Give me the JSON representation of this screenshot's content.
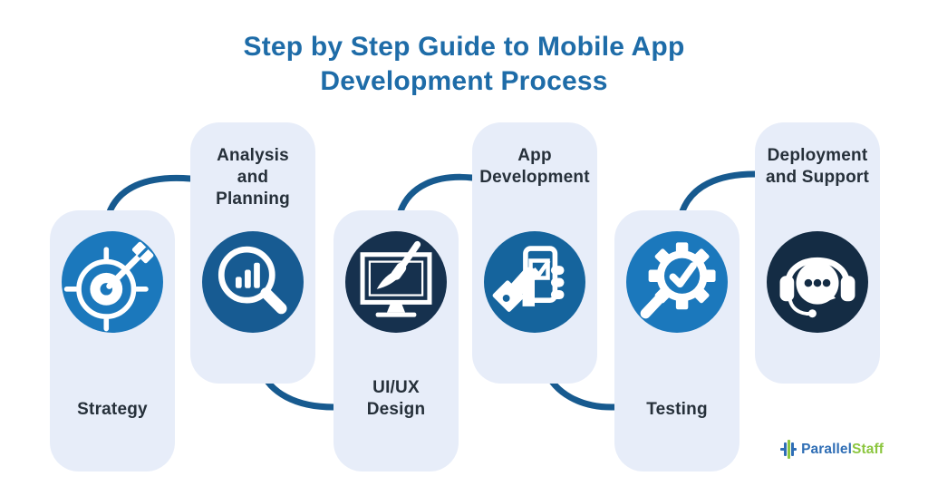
{
  "title": {
    "line1": "Step by Step Guide to Mobile App",
    "line2": "Development Process"
  },
  "colors": {
    "title": "#1E6CA8",
    "connector": "#175A8F",
    "card_bg": "#E7EDF9",
    "label_text": "#26303A",
    "background": "#FFFFFF"
  },
  "steps": [
    {
      "label": "Strategy",
      "icon": "target-dart-icon",
      "circle_color": "#1B78BC"
    },
    {
      "label": "Analysis\nand\nPlanning",
      "icon": "magnifier-bar-chart-icon",
      "circle_color": "#175B92"
    },
    {
      "label": "UI/UX\nDesign",
      "icon": "monitor-paintbrush-icon",
      "circle_color": "#16314E"
    },
    {
      "label": "App\nDevelopment",
      "icon": "hand-phone-checkbox-icon",
      "circle_color": "#15649D"
    },
    {
      "label": "Testing",
      "icon": "gear-magnifier-check-icon",
      "circle_color": "#1B78BC"
    },
    {
      "label": "Deployment\nand Support",
      "icon": "headset-chat-bubble-icon",
      "circle_color": "#142C44"
    }
  ],
  "logo": {
    "name": "ParallelStaff",
    "text_primary": "Parallel",
    "text_secondary": "Staff",
    "primary_color": "#2F6EB5",
    "secondary_color": "#8CC63F"
  }
}
